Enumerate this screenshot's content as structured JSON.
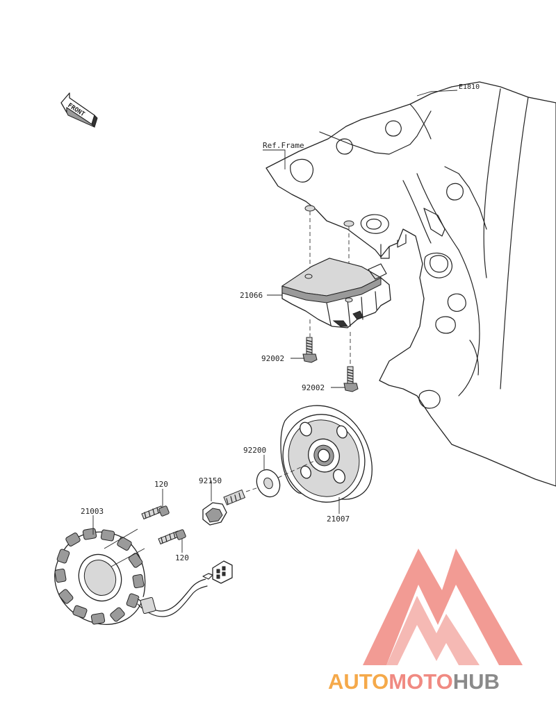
{
  "diagram_code": "E1810",
  "front_marker": "FRONT",
  "ref_label": "Ref.Frame",
  "parts": {
    "regulator": "21066",
    "bolt_upper": "92002",
    "bolt_lower": "92002",
    "washer": "92200",
    "flywheel_bolt": "92150",
    "flywheel": "21007",
    "stator": "21003",
    "stator_bolt_upper": "120",
    "stator_bolt_lower": "120"
  },
  "watermark": {
    "part1": "AUTO",
    "part2": "MOTO",
    "part3": "HUB",
    "color1": "#f5a94a",
    "color2": "#f08a82",
    "color3": "#8a8a8a",
    "logo_color": "#f08a82"
  }
}
